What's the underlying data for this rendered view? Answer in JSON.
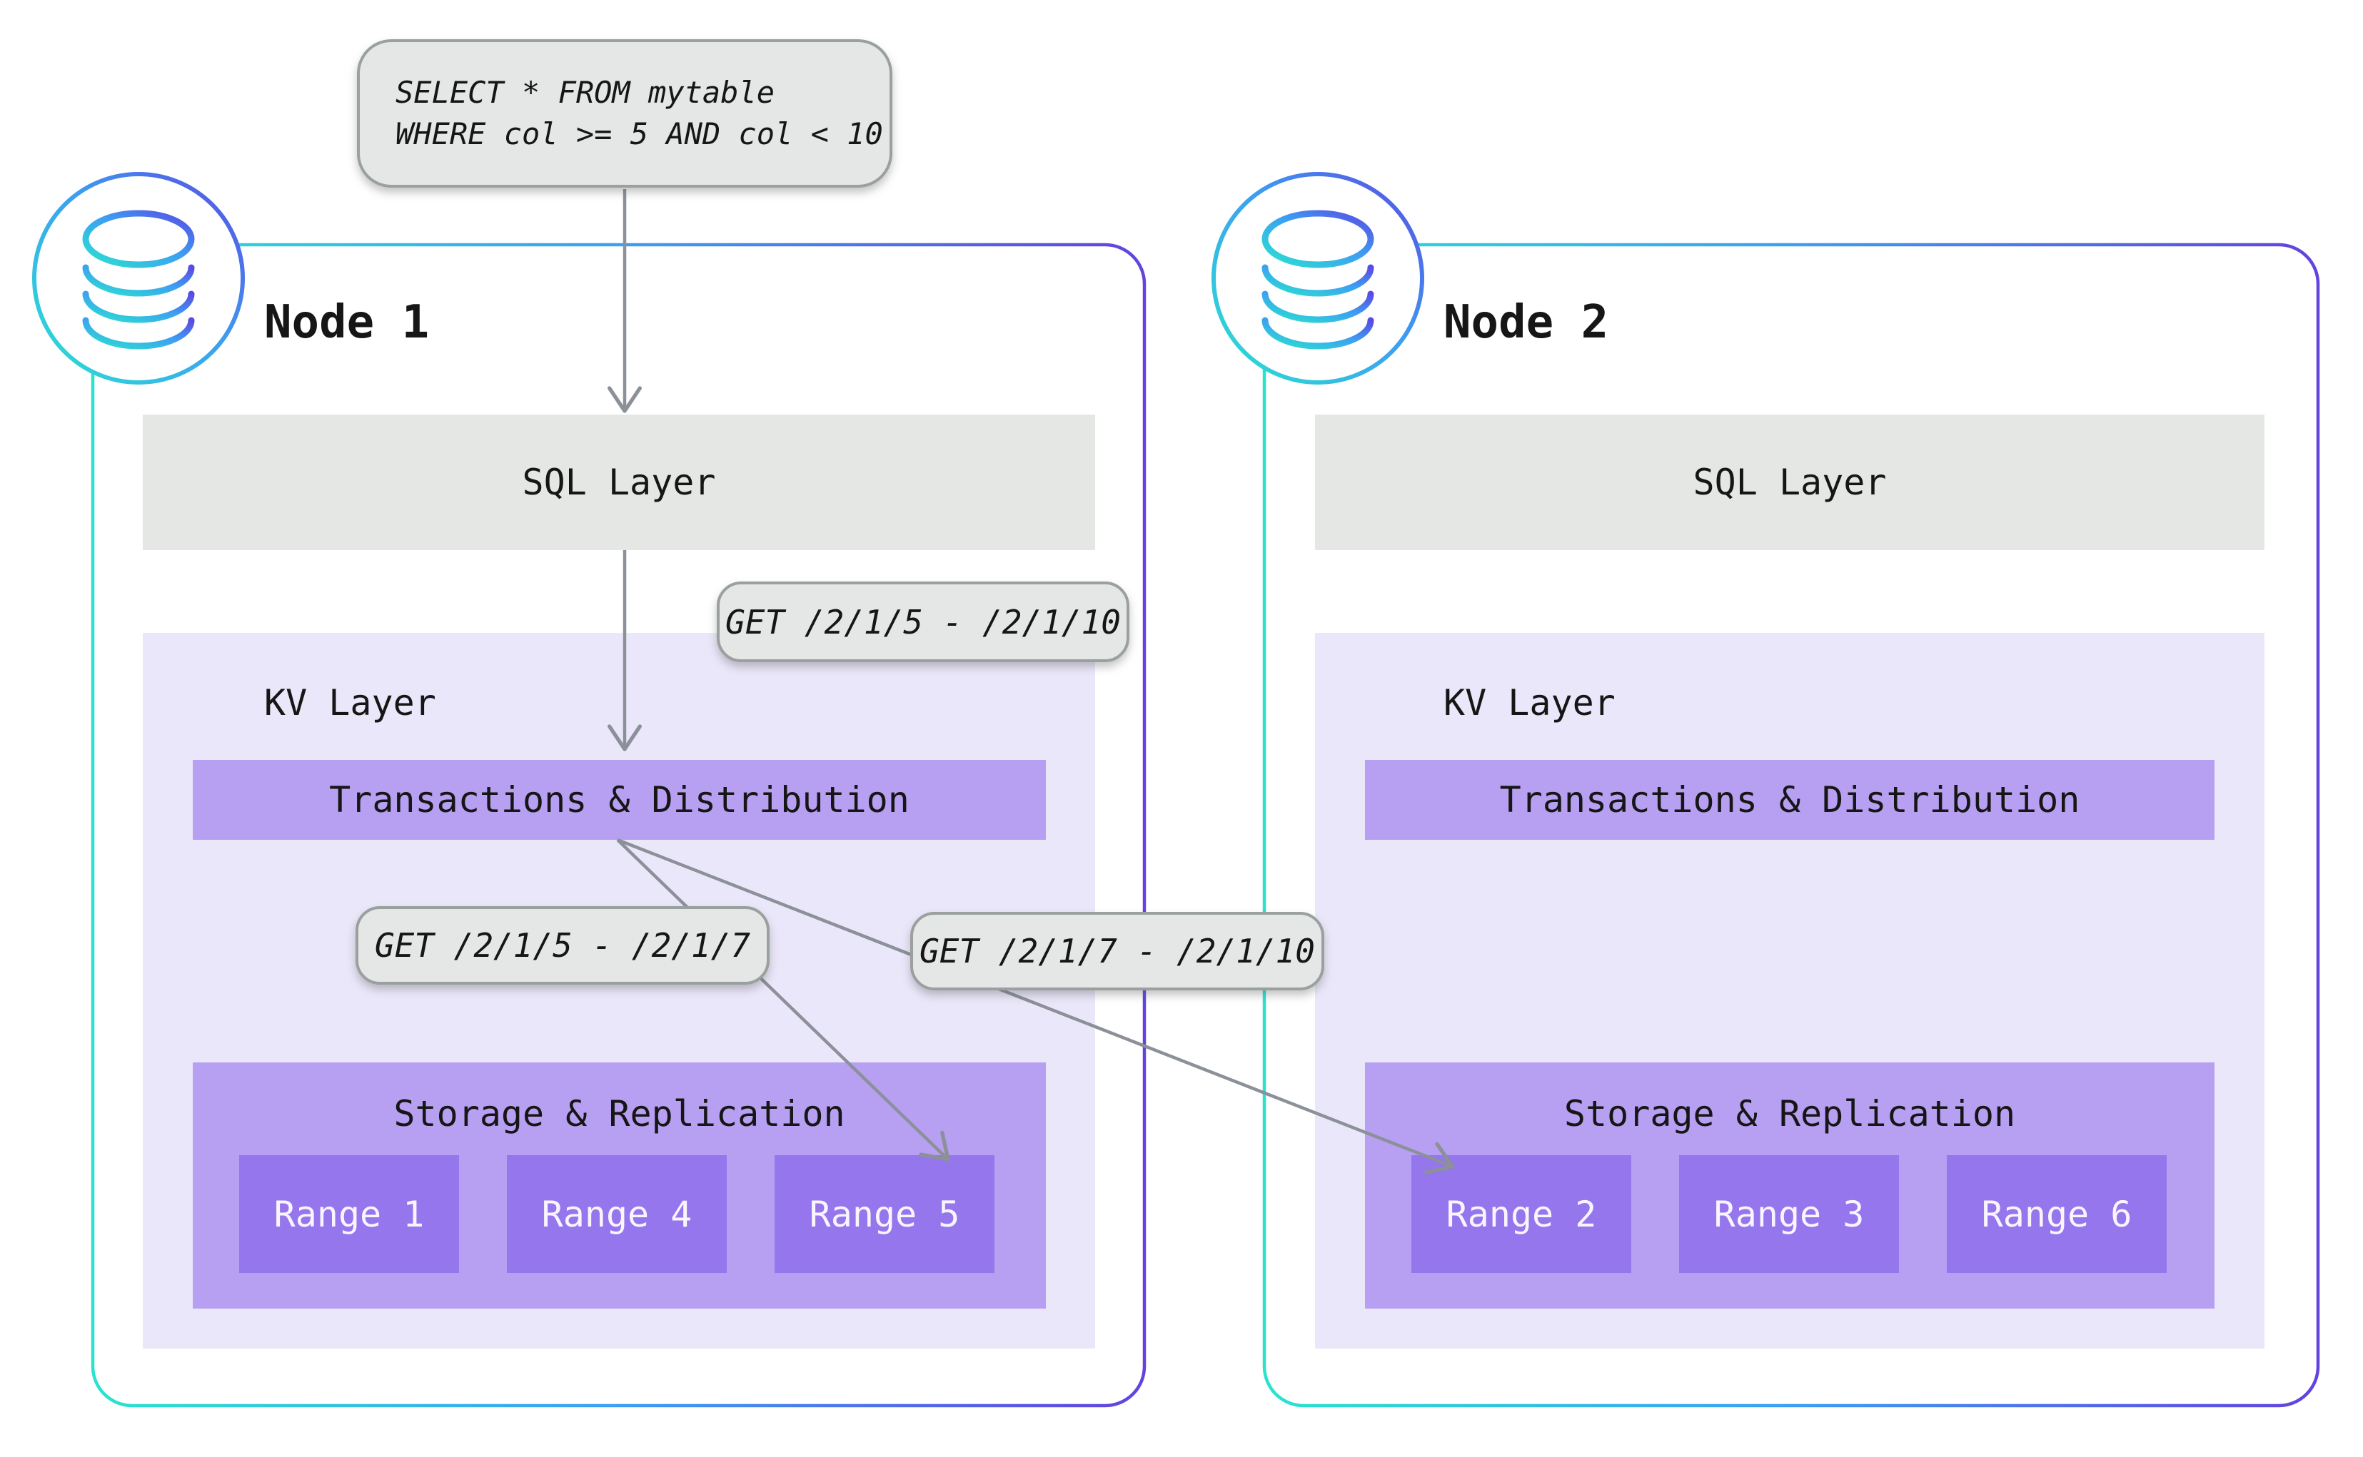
{
  "query_box": {
    "line1": "SELECT * FROM mytable",
    "line2": "WHERE col >= 5 AND col < 10"
  },
  "request_labels": {
    "sql_to_kv": "GET /2/1/5 - /2/1/10",
    "local_range": "GET /2/1/5 - /2/1/7",
    "remote_range": "GET /2/1/7 - /2/1/10"
  },
  "nodes": [
    {
      "title": "Node 1",
      "sql_layer": "SQL Layer",
      "kv_layer": "KV Layer",
      "transactions": "Transactions & Distribution",
      "storage": "Storage & Replication",
      "ranges": [
        "Range 1",
        "Range 4",
        "Range 5"
      ]
    },
    {
      "title": "Node 2",
      "sql_layer": "SQL Layer",
      "kv_layer": "KV Layer",
      "transactions": "Transactions & Distribution",
      "storage": "Storage & Replication",
      "ranges": [
        "Range 2",
        "Range 3",
        "Range 6"
      ]
    }
  ],
  "colors": {
    "background": "#ffffff",
    "layer_box_gray": "#e5e7e5",
    "bubble_bg": "#e5e7e6",
    "bubble_border": "#9aa09d",
    "kv_background": "#ebe7fa",
    "purple_medium": "#b79ff2",
    "purple_dark": "#9676ec",
    "arrow_gray": "#8b9099",
    "node_gradient_teal": "#2ae3cf",
    "node_gradient_blue": "#3d9ef2",
    "node_gradient_purple": "#6243de",
    "text_dark": "#161616",
    "range_text": "#f8f5ff"
  }
}
